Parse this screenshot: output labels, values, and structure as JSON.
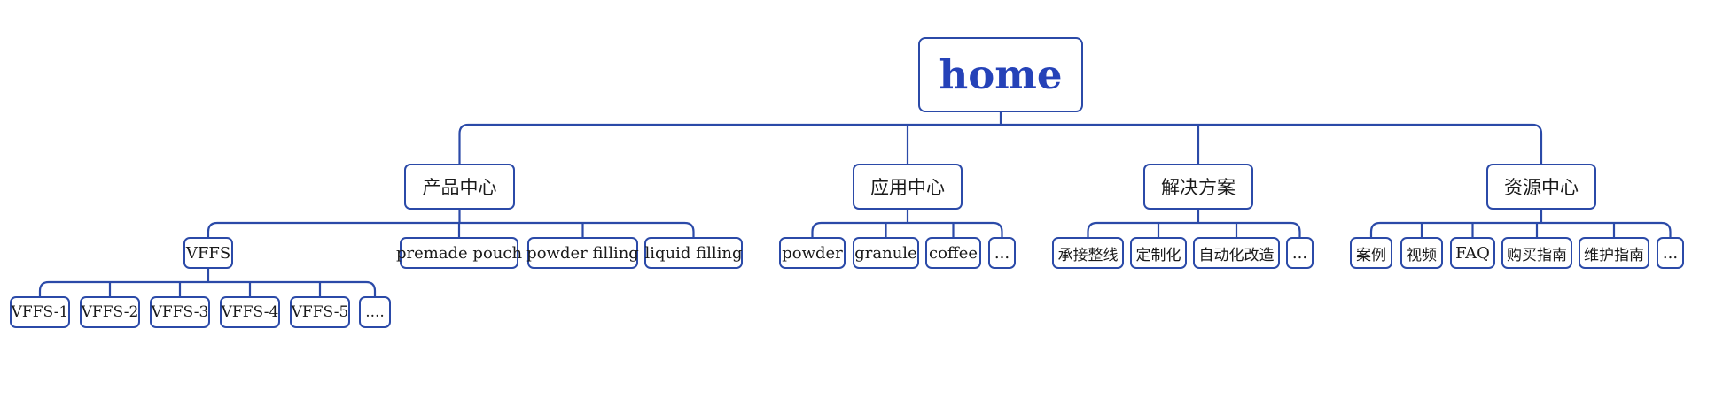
{
  "colors": {
    "line": "#2b4aa8",
    "root_text": "#2542b8",
    "text": "#1a1a1a"
  },
  "root": "home",
  "sections": [
    {
      "label": "产品中心",
      "children": [
        {
          "label": "VFFS",
          "children": [
            "VFFS-1",
            "VFFS-2",
            "VFFS-3",
            "VFFS-4",
            "VFFS-5",
            "...."
          ]
        },
        {
          "label": "premade pouch"
        },
        {
          "label": "powder filling"
        },
        {
          "label": "liquid filling"
        }
      ]
    },
    {
      "label": "应用中心",
      "children": [
        {
          "label": "powder"
        },
        {
          "label": "granule"
        },
        {
          "label": "coffee"
        },
        {
          "label": "..."
        }
      ]
    },
    {
      "label": "解决方案",
      "children": [
        {
          "label": "承接整线"
        },
        {
          "label": "定制化"
        },
        {
          "label": "自动化改造"
        },
        {
          "label": "..."
        }
      ]
    },
    {
      "label": "资源中心",
      "children": [
        {
          "label": "案例"
        },
        {
          "label": "视频"
        },
        {
          "label": "FAQ"
        },
        {
          "label": "购买指南"
        },
        {
          "label": "维护指南"
        },
        {
          "label": "..."
        }
      ]
    }
  ]
}
